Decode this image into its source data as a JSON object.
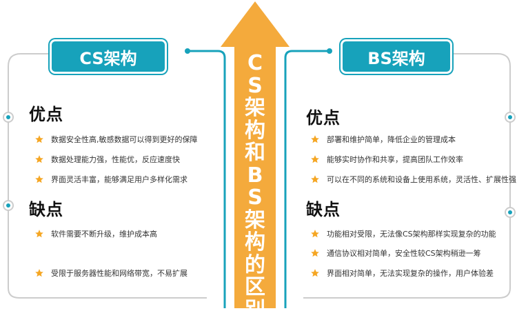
{
  "colors": {
    "teal": "#17a2bb",
    "orange": "#f4aa3c",
    "star": "#f5a623",
    "border": "#cccccc"
  },
  "center_arrow": {
    "label": "CS架构和BS架构的区别"
  },
  "left_panel": {
    "title": "CS架构",
    "pros_title": "优点",
    "pros": [
      "数据安全性高,敏感数据可以得到更好的保障",
      "数据处理能力强，性能优，反应速度快",
      "界面灵活丰富，能够满足用户多样化需求"
    ],
    "cons_title": "缺点",
    "cons": [
      "软件需要不断升级，维护成本高",
      "受限于服务器性能和网络带宽，不易扩展"
    ]
  },
  "right_panel": {
    "title": "BS架构",
    "pros_title": "优点",
    "pros": [
      "部署和维护简单，降低企业的管理成本",
      "能够实时协作和共享，提高团队工作效率",
      "可以在不同的系统和设备上使用系统，灵活性、扩展性强"
    ],
    "cons_title": "缺点",
    "cons": [
      "功能相对受限，无法像CS架构那样实现复杂的功能",
      "通信协议相对简单，安全性较CS架构稍逊一筹",
      "界面相对简单，无法实现复杂的操作，用户体验差"
    ]
  }
}
